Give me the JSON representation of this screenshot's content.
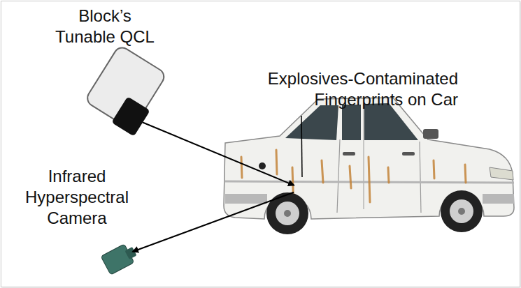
{
  "diagram": {
    "nodes": [
      {
        "text": [
          "Block’s Tunable QCL"
        ]
      },
      {
        "text": [
          "Explosives-Contaminated Fingerprints on Car"
        ]
      },
      {
        "text": [
          "Infrared Hyperspectral Camera"
        ]
      }
    ],
    "edges": [
      {
        "from": 0,
        "to": 1,
        "arrow": "to"
      },
      {
        "from": 1,
        "to": 2,
        "arrow": "to"
      }
    ]
  }
}
